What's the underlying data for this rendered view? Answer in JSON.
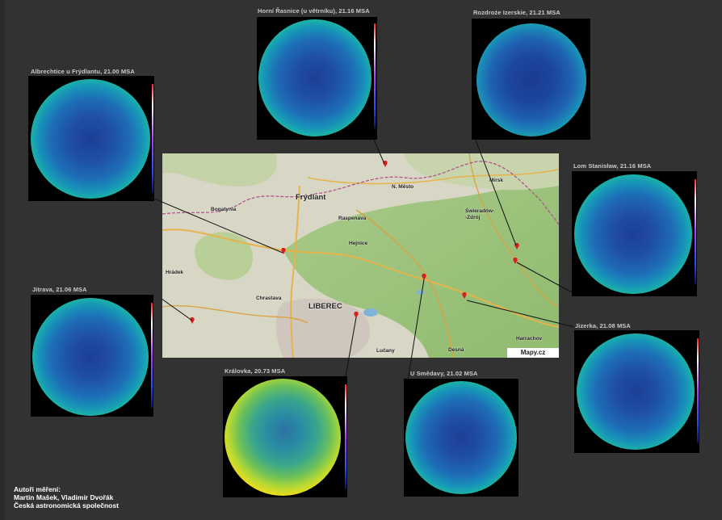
{
  "stations": [
    {
      "id": "albrechtice",
      "label": "Albrechtice u Frýdlantu, 21.00 MSA"
    },
    {
      "id": "horni-rasnice",
      "label": "Horní Řasnice (u větrníku), 21.16 MSA"
    },
    {
      "id": "rozdroze",
      "label": "Rozdroże Izerskie, 21.21 MSA"
    },
    {
      "id": "lom-stanislaw",
      "label": "Lom Stanisław, 21.16 MSA"
    },
    {
      "id": "jitrava",
      "label": "Jitrava, 21.06 MSA"
    },
    {
      "id": "jizerka",
      "label": "Jizerka, 21.08 MSA"
    },
    {
      "id": "kralovka",
      "label": "Královka, 20.73 MSA"
    },
    {
      "id": "u-smedavy",
      "label": "U Smědavy, 21.02 MSA"
    }
  ],
  "map": {
    "places": {
      "frydlant": "Frýdlant",
      "bogatynia": "Bogatynia",
      "nove_mesto": "N. Město",
      "mirsk": "Mirsk",
      "raspenava": "Raspenava",
      "swieradow": "Świeradów-\n-Zdrój",
      "hejnice": "Hejnice",
      "hradek": "Hrádek",
      "chrastava": "Chrastava",
      "liberec": "LIBEREC",
      "harrachov": "Harrachov",
      "lucany": "Lučany",
      "desna": "Desná"
    },
    "attribution": "Mapy.cz"
  },
  "credits": {
    "heading": "Autoři měření:",
    "names": "Martin Mašek, Vladimír Dvořák",
    "org": "Česká astronomická společnost"
  }
}
